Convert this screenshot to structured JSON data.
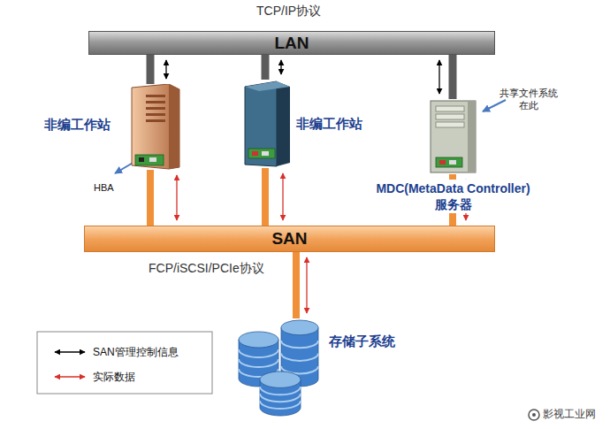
{
  "diagram": {
    "nodes": [
      {
        "text": [
          "LAN"
        ]
      },
      {
        "text": [
          "非编工作站"
        ]
      },
      {
        "text": [
          "非编工作站"
        ]
      },
      {
        "text": [
          "MDC(MetaData Controller) 服务器"
        ]
      },
      {
        "text": [
          "SAN"
        ]
      },
      {
        "text": [
          "存储子系统"
        ]
      }
    ],
    "edges": [
      {
        "from": 1,
        "to": 0,
        "arrow": "both"
      },
      {
        "from": 2,
        "to": 0,
        "arrow": "both"
      },
      {
        "from": 3,
        "to": 0,
        "arrow": "both"
      },
      {
        "from": 1,
        "to": 4,
        "arrow": "both"
      },
      {
        "from": 2,
        "to": 4,
        "arrow": "both"
      },
      {
        "from": 3,
        "to": 4,
        "arrow": "both"
      },
      {
        "from": 5,
        "to": 4,
        "arrow": "both"
      }
    ],
    "labels": [
      "TCP/IP协议",
      "HBA",
      "共享文件系统 在此",
      "FCP/iSCSI/PCIe协议",
      "影视工业网"
    ],
    "legend": [
      {
        "text": "SAN管理控制信息"
      },
      {
        "text": "实际数据"
      }
    ]
  }
}
